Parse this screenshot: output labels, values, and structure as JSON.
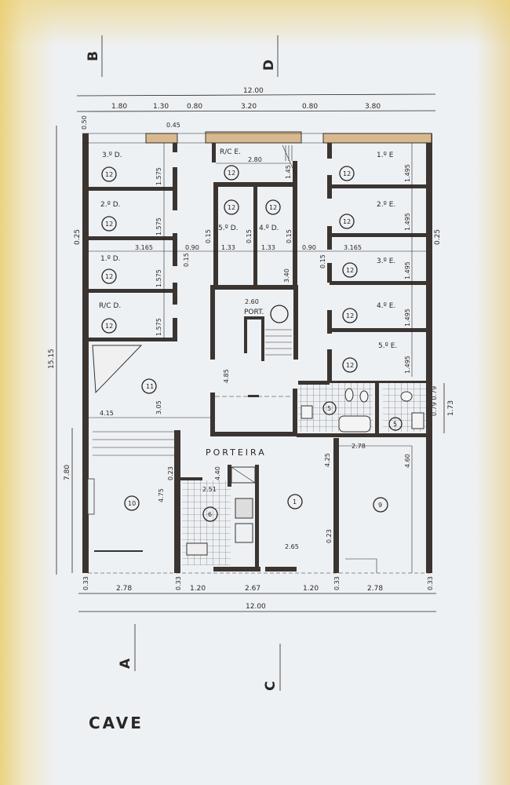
{
  "title": "CAVE",
  "sections": {
    "A": "A",
    "B": "B",
    "C": "C",
    "D": "D"
  },
  "dimensions": {
    "total_width_top": "12.00",
    "top_segments": [
      "1.80",
      "1.30",
      "0.80",
      "3.20",
      "0.80",
      "3.80"
    ],
    "total_width_bottom": "12.00",
    "bottom_segments": [
      "0.33",
      "2.78",
      "0.33",
      "1.20",
      "2.67",
      "1.20",
      "0.33",
      "2.78",
      "0.33"
    ],
    "left_total": "15.15",
    "left_lower": "7.80",
    "left_side": "0.25",
    "right_side": "0.25",
    "top_corner": "0.50",
    "top_045": "0.45",
    "left_rooms_h": [
      "1.575",
      "1.575",
      "1.575",
      "1.575"
    ],
    "right_rooms_h": [
      "1.495",
      "1.495",
      "1.495",
      "1.495",
      "1.495"
    ],
    "corridor_left": "3.165",
    "corridor_right": "3.165",
    "gap_left": "0.90",
    "gap_right": "0.90",
    "cell_w": [
      "1.33",
      "1.33"
    ],
    "wall_015": "0.15",
    "rc_e_w": "2.80",
    "rc_e_h": "1.45",
    "center_h": "3.40",
    "port_w": "2.60",
    "stair_h": "4.85",
    "room11_w": "4.15",
    "room11_h": "3.05",
    "bath_dims": "0.79 0.79",
    "bath_h": "1.73",
    "room9_w": "2.78",
    "room9_h": "4.60",
    "room1_h": "4.25",
    "room1_w": "2.65",
    "room1_023": "0.23",
    "kitchen_w": "2.51",
    "kitchen_h": "4.40",
    "room10_h": "4.75",
    "room10_023": "0.23"
  },
  "rooms": {
    "left": [
      "3.º D.",
      "2.º D.",
      "1.º D.",
      "R/C D."
    ],
    "right": [
      "1.º E",
      "2.º E.",
      "3.º E.",
      "4.º E.",
      "5.º E."
    ],
    "rc_e": "R/C E.",
    "d5": "5.º D.",
    "d4": "4.º D.",
    "port": "PORT.",
    "porteira": "PORTEIRA"
  },
  "room_numbers": {
    "storage": "12",
    "r11": "11",
    "r10": "10",
    "r6": "6",
    "r1": "1",
    "r9": "9",
    "r5": "5"
  }
}
